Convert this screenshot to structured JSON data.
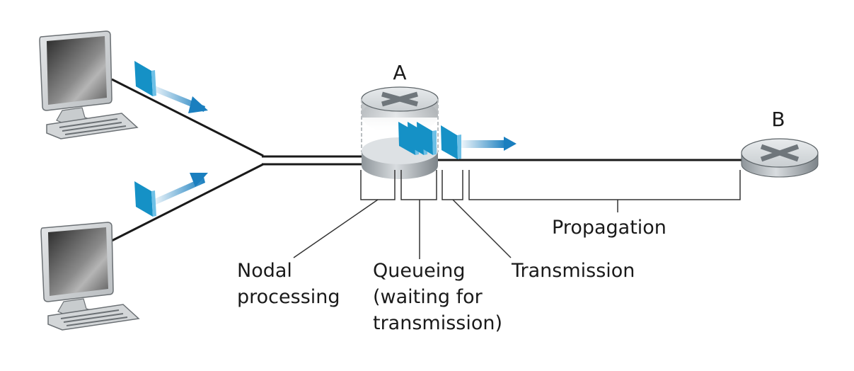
{
  "nodes": {
    "router_a": {
      "label": "A"
    },
    "router_b": {
      "label": "B"
    }
  },
  "delays": [
    {
      "id": "nodal",
      "lines": [
        "Nodal",
        "processing"
      ]
    },
    {
      "id": "queueing",
      "lines": [
        "Queueing",
        "(waiting for",
        "transmission)"
      ]
    },
    {
      "id": "transmission",
      "lines": [
        "Transmission"
      ]
    },
    {
      "id": "propagation",
      "lines": [
        "Propagation"
      ]
    }
  ],
  "colors": {
    "packet": "#1591c6",
    "packet_side": "#6ec0e6",
    "arrow": "#1a7fbf",
    "line": "#222222",
    "router_top": "#dfe3e6",
    "router_side": "#a9afb4",
    "router_x": "#6f767b"
  }
}
